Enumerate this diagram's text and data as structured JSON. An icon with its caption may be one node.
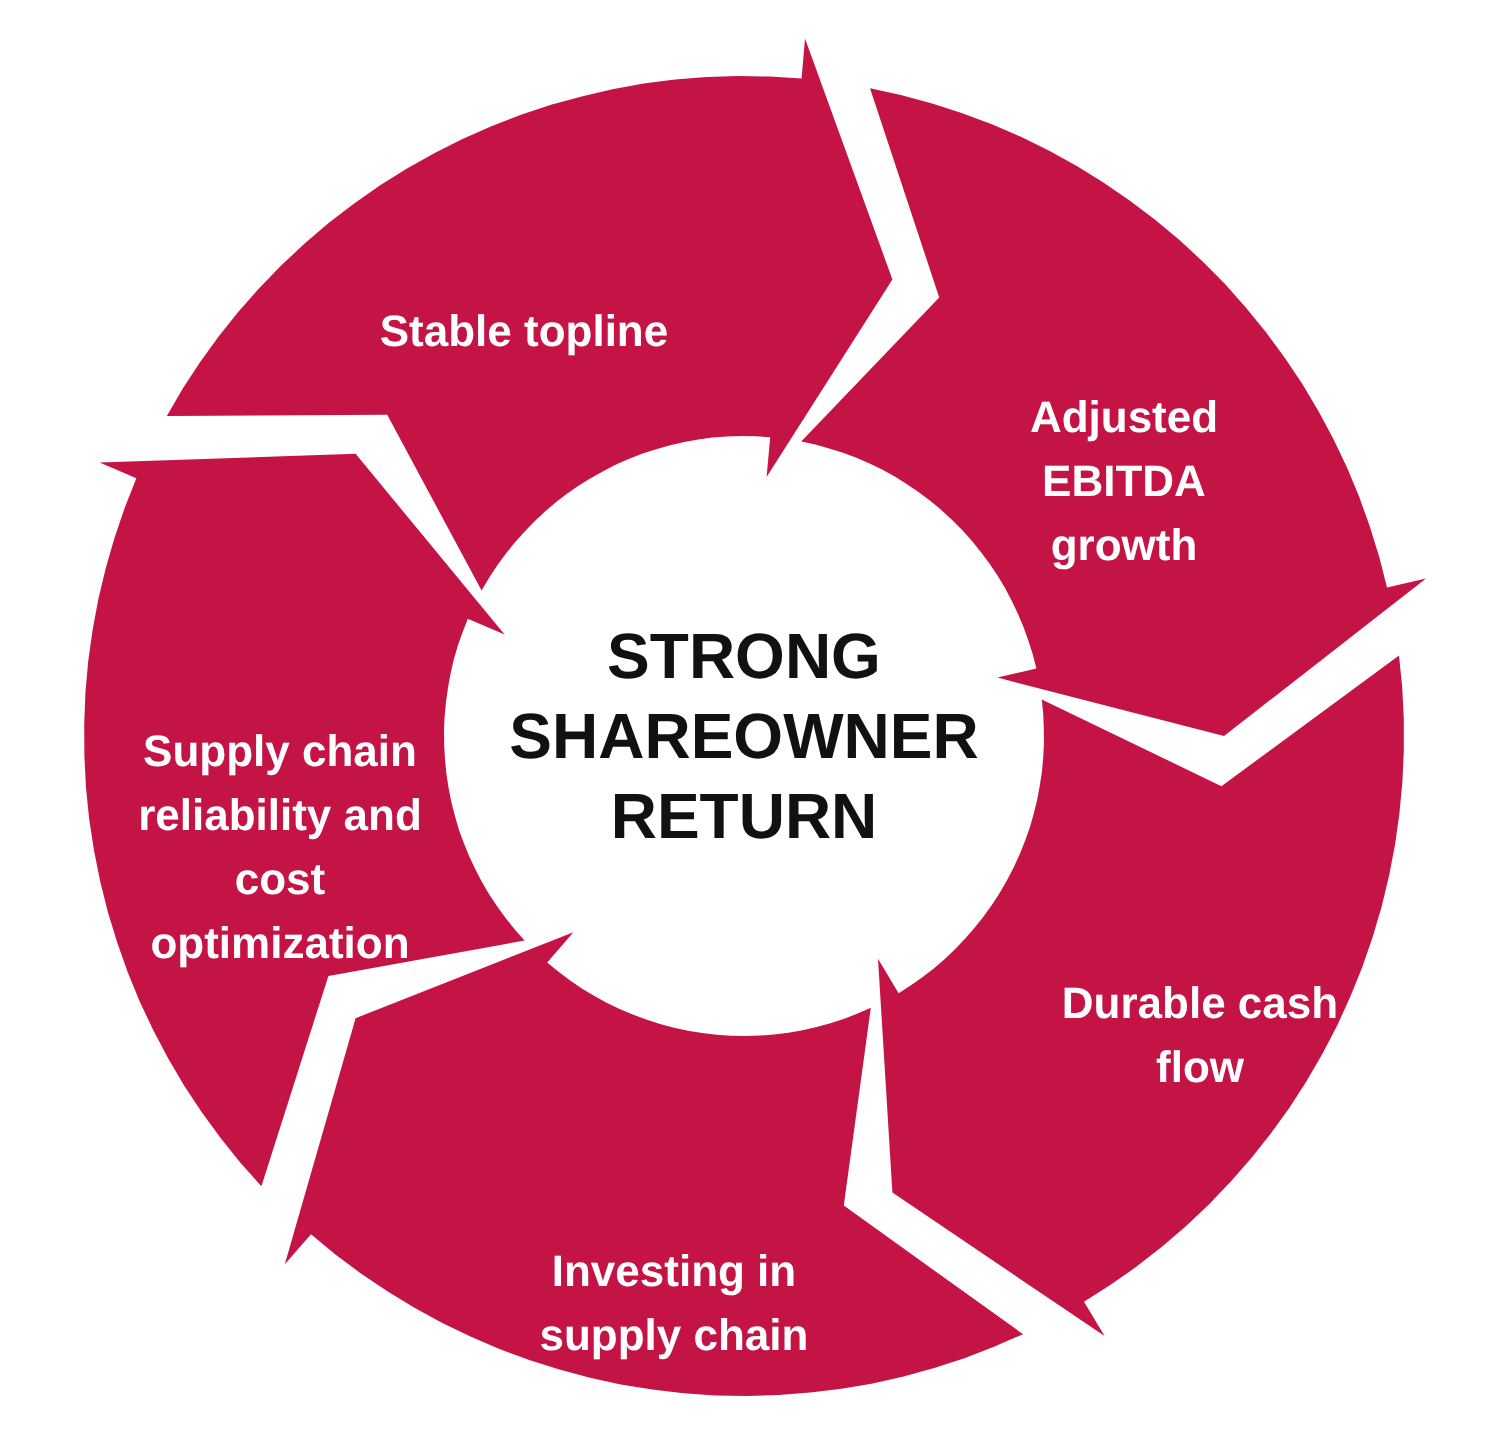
{
  "diagram": {
    "nodes": [
      {
        "text": [
          "Stable topline"
        ]
      },
      {
        "text": [
          "Adjusted EBITDA growth"
        ]
      },
      {
        "text": [
          "Durable cash flow"
        ]
      },
      {
        "text": [
          "Investing in supply chain"
        ]
      },
      {
        "text": [
          "Supply chain reliability and cost optimization"
        ]
      }
    ],
    "labels": [
      "STRONG SHAREOWNER RETURN"
    ]
  }
}
